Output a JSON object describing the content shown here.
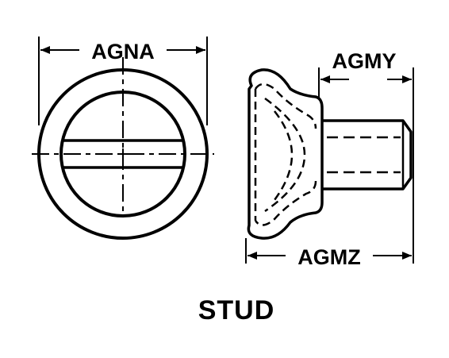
{
  "labels": {
    "front_diameter": "AGNA",
    "shank_length": "AGMY",
    "overall_length": "AGMZ"
  },
  "caption": "STUD",
  "colors": {
    "line": "#000000",
    "background": "#ffffff"
  }
}
